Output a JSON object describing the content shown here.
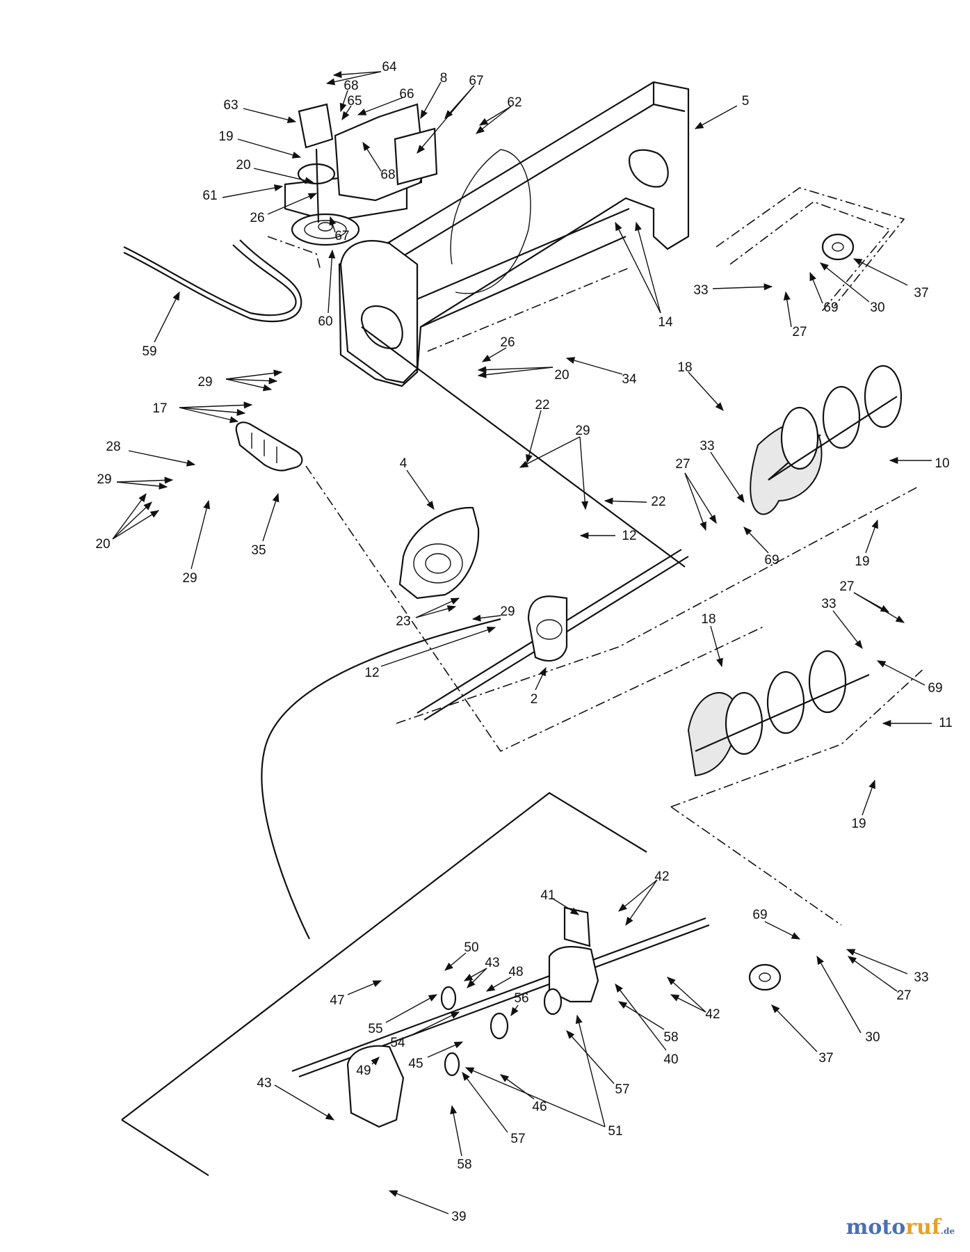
{
  "watermark": {
    "part1": "moto",
    "part2": "ruf",
    "suffix": ".de"
  },
  "callouts": [
    {
      "label": "64"
    },
    {
      "label": "8"
    },
    {
      "label": "67"
    },
    {
      "label": "68"
    },
    {
      "label": "65"
    },
    {
      "label": "66"
    },
    {
      "label": "63"
    },
    {
      "label": "62"
    },
    {
      "label": "5"
    },
    {
      "label": "19"
    },
    {
      "label": "20"
    },
    {
      "label": "68"
    },
    {
      "label": "61"
    },
    {
      "label": "26"
    },
    {
      "label": "67"
    },
    {
      "label": "60"
    },
    {
      "label": "59"
    },
    {
      "label": "14"
    },
    {
      "label": "33"
    },
    {
      "label": "37"
    },
    {
      "label": "69"
    },
    {
      "label": "30"
    },
    {
      "label": "27"
    },
    {
      "label": "26"
    },
    {
      "label": "20"
    },
    {
      "label": "34"
    },
    {
      "label": "29"
    },
    {
      "label": "17"
    },
    {
      "label": "22"
    },
    {
      "label": "29"
    },
    {
      "label": "18"
    },
    {
      "label": "10"
    },
    {
      "label": "28"
    },
    {
      "label": "4"
    },
    {
      "label": "29"
    },
    {
      "label": "33"
    },
    {
      "label": "27"
    },
    {
      "label": "22"
    },
    {
      "label": "20"
    },
    {
      "label": "12"
    },
    {
      "label": "29"
    },
    {
      "label": "35"
    },
    {
      "label": "69"
    },
    {
      "label": "19"
    },
    {
      "label": "18"
    },
    {
      "label": "27"
    },
    {
      "label": "33"
    },
    {
      "label": "23"
    },
    {
      "label": "29"
    },
    {
      "label": "12"
    },
    {
      "label": "2"
    },
    {
      "label": "69"
    },
    {
      "label": "11"
    },
    {
      "label": "19"
    },
    {
      "label": "42"
    },
    {
      "label": "41"
    },
    {
      "label": "69"
    },
    {
      "label": "50"
    },
    {
      "label": "43"
    },
    {
      "label": "48"
    },
    {
      "label": "33"
    },
    {
      "label": "47"
    },
    {
      "label": "56"
    },
    {
      "label": "27"
    },
    {
      "label": "55"
    },
    {
      "label": "42"
    },
    {
      "label": "30"
    },
    {
      "label": "54"
    },
    {
      "label": "58"
    },
    {
      "label": "40"
    },
    {
      "label": "49"
    },
    {
      "label": "37"
    },
    {
      "label": "45"
    },
    {
      "label": "57"
    },
    {
      "label": "46"
    },
    {
      "label": "43"
    },
    {
      "label": "57"
    },
    {
      "label": "51"
    },
    {
      "label": "58"
    },
    {
      "label": "39"
    }
  ]
}
